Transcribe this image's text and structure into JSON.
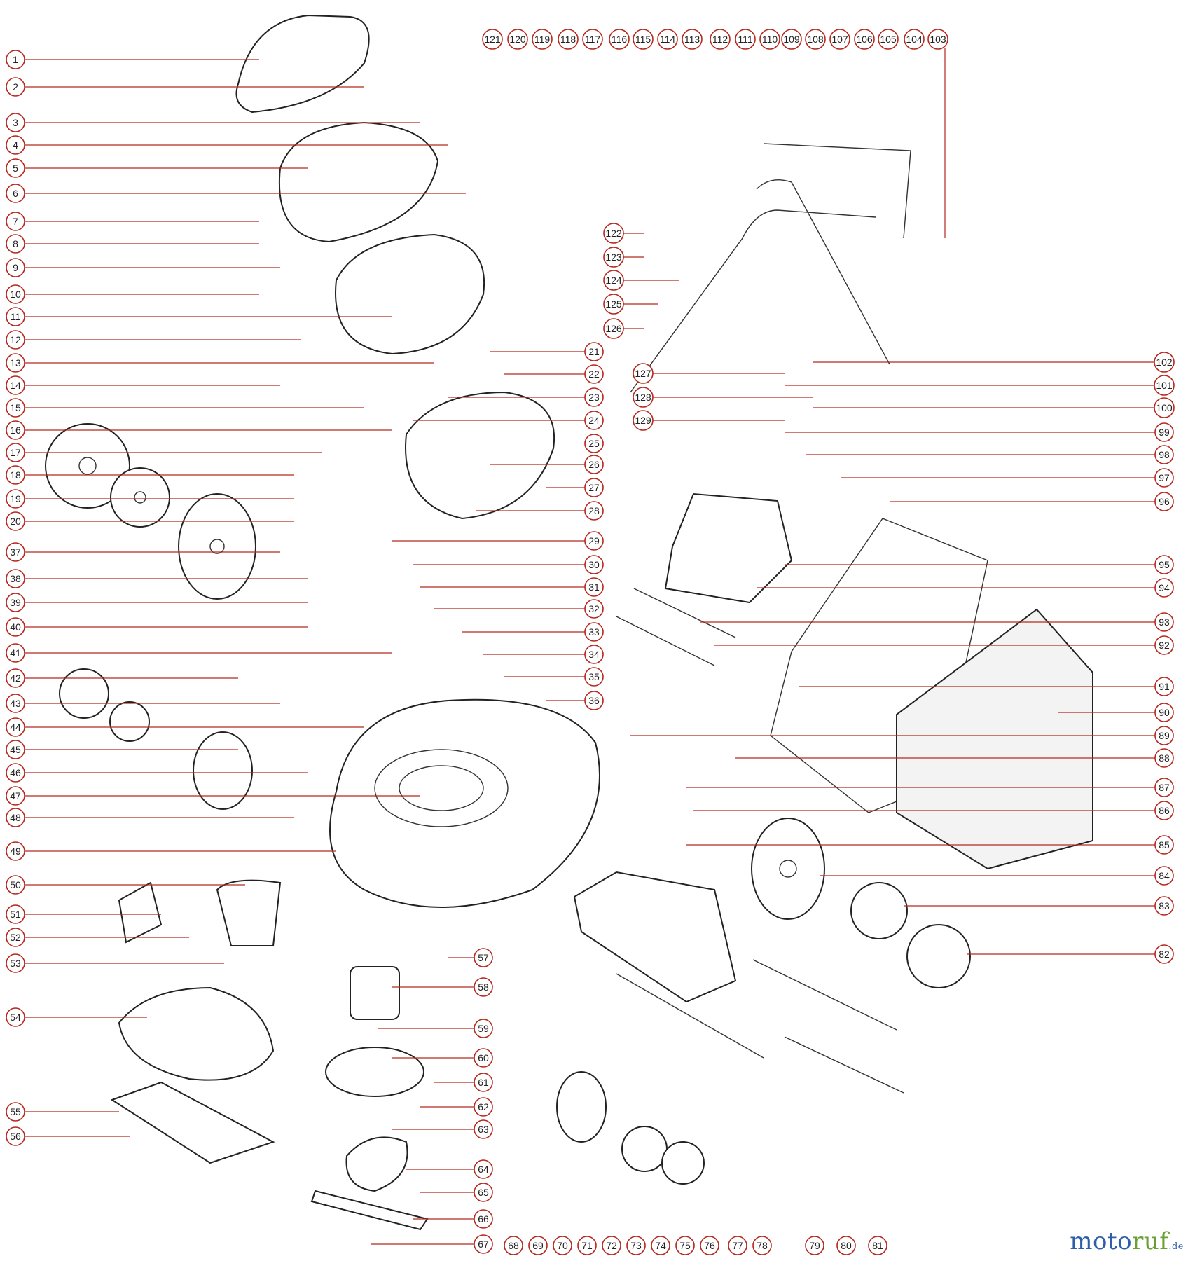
{
  "diagram": {
    "callouts": [
      "1",
      "2",
      "3",
      "4",
      "5",
      "6",
      "7",
      "8",
      "9",
      "10",
      "11",
      "12",
      "13",
      "14",
      "15",
      "16",
      "17",
      "18",
      "19",
      "20",
      "21",
      "22",
      "23",
      "24",
      "25",
      "26",
      "27",
      "28",
      "29",
      "30",
      "31",
      "32",
      "33",
      "34",
      "35",
      "36",
      "37",
      "38",
      "39",
      "40",
      "41",
      "42",
      "43",
      "44",
      "45",
      "46",
      "47",
      "48",
      "49",
      "50",
      "51",
      "52",
      "53",
      "54",
      "55",
      "56",
      "57",
      "58",
      "59",
      "60",
      "61",
      "62",
      "63",
      "64",
      "65",
      "66",
      "67",
      "68",
      "69",
      "70",
      "71",
      "72",
      "73",
      "74",
      "75",
      "76",
      "77",
      "78",
      "79",
      "80",
      "81",
      "82",
      "83",
      "84",
      "85",
      "86",
      "87",
      "88",
      "89",
      "90",
      "91",
      "92",
      "93",
      "94",
      "95",
      "96",
      "97",
      "98",
      "99",
      "100",
      "101",
      "102",
      "103",
      "104",
      "105",
      "106",
      "107",
      "108",
      "109",
      "110",
      "111",
      "112",
      "113",
      "114",
      "115",
      "116",
      "117",
      "118",
      "119",
      "120",
      "121",
      "122",
      "123",
      "124",
      "125",
      "126",
      "127",
      "128",
      "129"
    ],
    "colors": {
      "callout": "#b5281e",
      "line": "#222222"
    }
  },
  "brand": {
    "name_a": "moto",
    "name_b": "ruf",
    "tld": ".de",
    "color_a": "#2f5ea8",
    "color_b": "#6aa033"
  }
}
